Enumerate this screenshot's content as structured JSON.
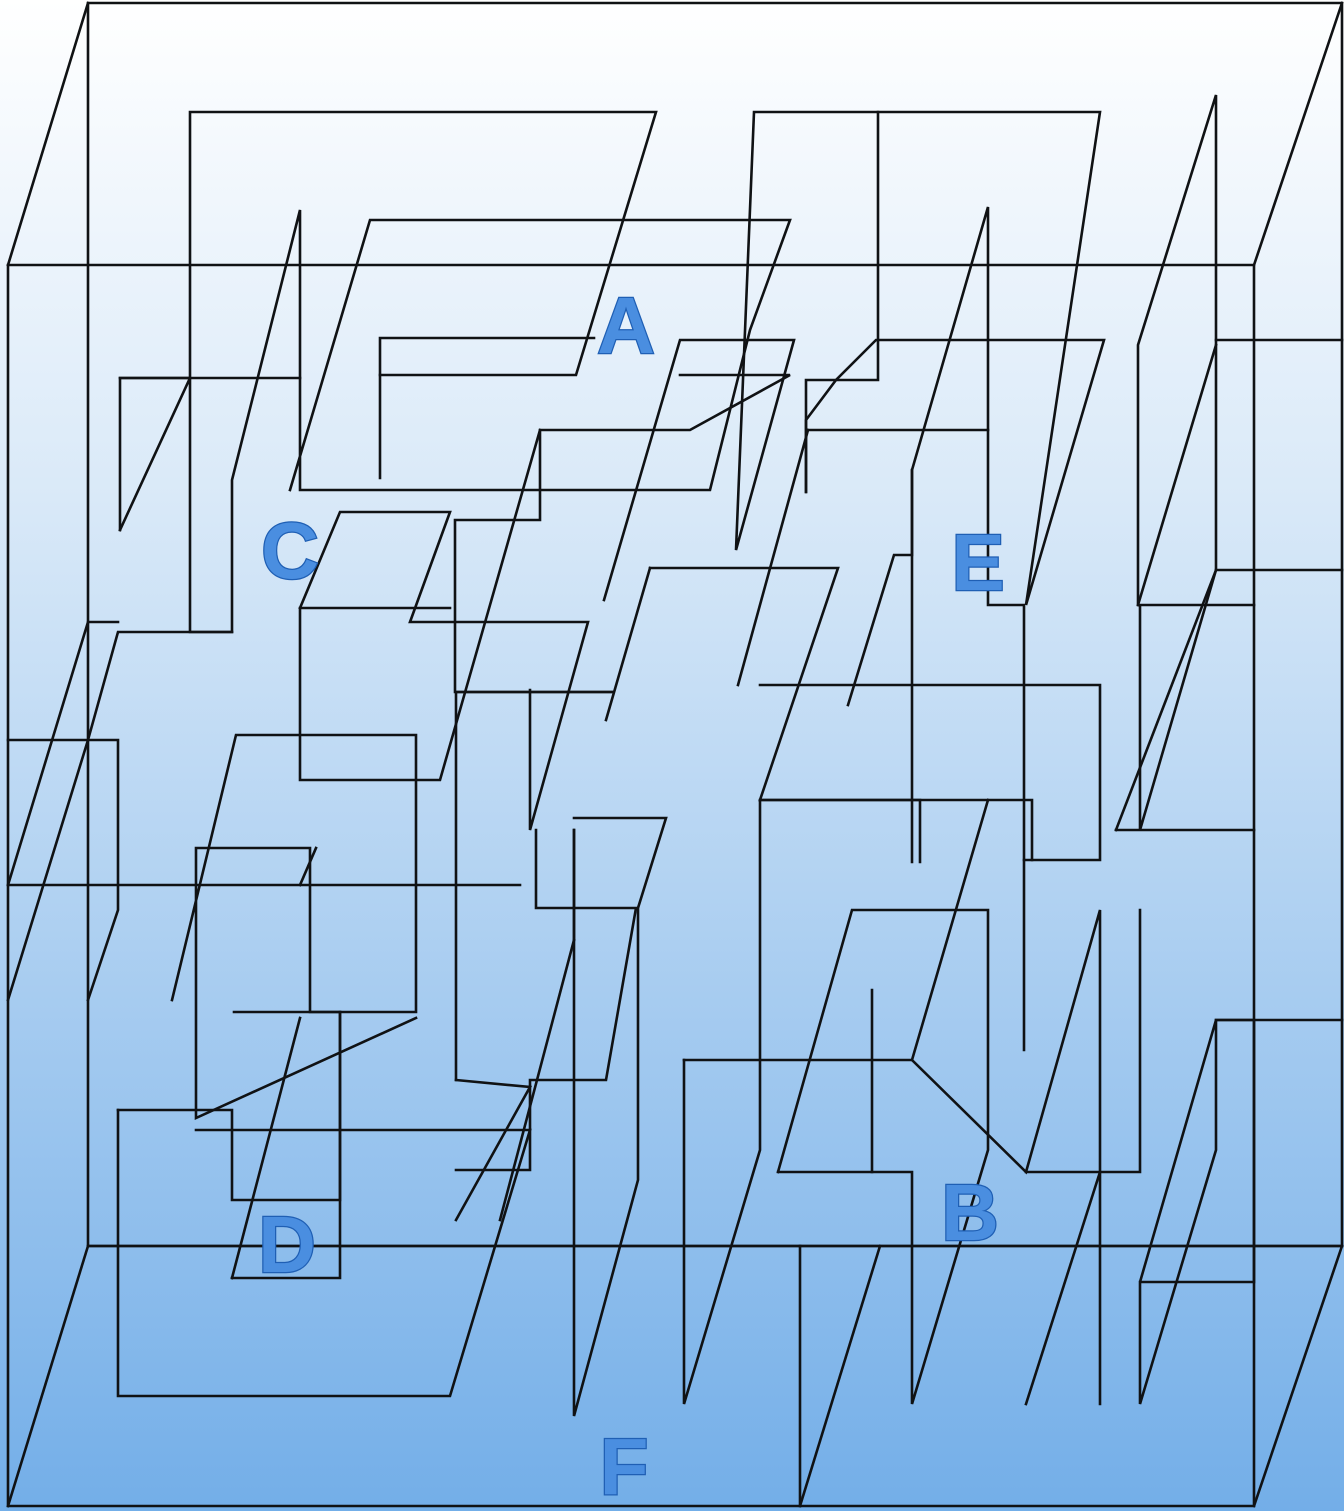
{
  "labels": {
    "a": "A",
    "b": "B",
    "c": "C",
    "d": "D",
    "e": "E",
    "f": "F"
  },
  "colors": {
    "background_top": "#ffffff",
    "background_bottom": "#73aee8",
    "line": "#101214",
    "label_fill": "#4a8ee0",
    "label_stroke": "#1f5fb4"
  }
}
